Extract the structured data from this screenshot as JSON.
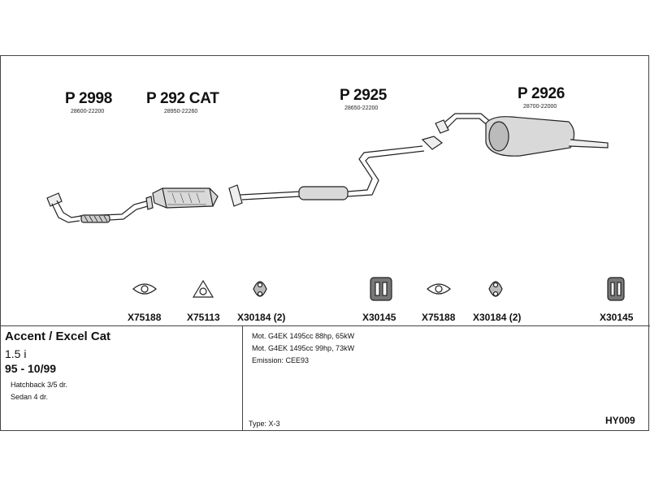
{
  "parts": [
    {
      "number": "P 2998",
      "ref": "28600-22200"
    },
    {
      "number": "P 292 CAT",
      "ref": "28950-22260"
    },
    {
      "number": "P 2925",
      "ref": "28650-22200"
    },
    {
      "number": "P 2926",
      "ref": "28700-22000"
    }
  ],
  "fittings": [
    "X75188",
    "X75113",
    "X30184 (2)",
    "X30145",
    "X75188",
    "X30184 (2)",
    "X30145"
  ],
  "vehicle": {
    "model": "Accent / Excel Cat",
    "engine": "1.5 i",
    "years": "95 - 10/99",
    "body_types": [
      "Hatchback 3/5 dr.",
      "Sedan 4 dr."
    ]
  },
  "specs": {
    "engine_lines": [
      "Mot. G4EK 1495cc 88hp, 65kW",
      "Mot. G4EK 1495cc 99hp, 73kW"
    ],
    "emission": "Emission: CEE93",
    "type": "Type:  X-3"
  },
  "catalog_code": "HY009"
}
